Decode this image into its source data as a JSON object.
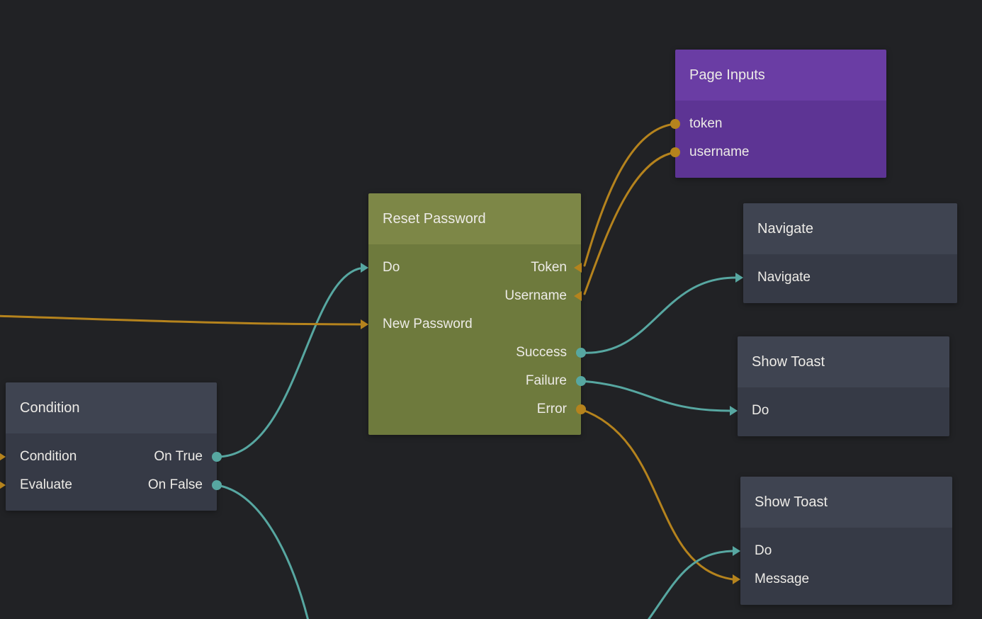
{
  "colors": {
    "background": "#212225",
    "teal": "#57a7a1",
    "orange": "#b5831d",
    "purple_header": "#6a3da4",
    "purple_body": "#5d3494",
    "olive_header": "#7d8747",
    "olive_body": "#6e7a3d",
    "slate_header": "#3f4451",
    "slate_body": "#363a46"
  },
  "nodes": [
    {
      "title": "Page Inputs",
      "rows": [
        {
          "label": "token"
        },
        {
          "label": "username"
        }
      ]
    },
    {
      "title": "Reset Password",
      "rows": [
        {
          "left": "Do",
          "right": "Token"
        },
        {
          "right": "Username"
        },
        {
          "left": "New Password"
        },
        {
          "right": "Success"
        },
        {
          "right": "Failure"
        },
        {
          "right": "Error"
        }
      ]
    },
    {
      "title": "Navigate",
      "rows": [
        {
          "label": "Navigate"
        }
      ]
    },
    {
      "title": "Show Toast",
      "rows": [
        {
          "label": "Do"
        }
      ]
    },
    {
      "title": "Condition",
      "rows": [
        {
          "left": "Condition",
          "right": "On True"
        },
        {
          "left": "Evaluate",
          "right": "On False"
        }
      ]
    },
    {
      "title": "Show Toast",
      "rows": [
        {
          "label": "Do"
        },
        {
          "label": "Message"
        }
      ]
    }
  ]
}
